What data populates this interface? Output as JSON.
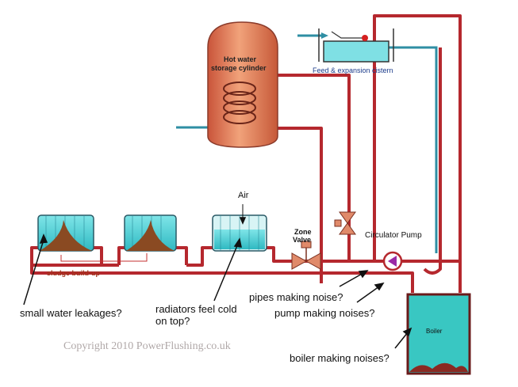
{
  "labels": {
    "cylinder_line1": "Hot water",
    "cylinder_line2": "storage cylinder",
    "cistern": "Feed & expansion cistern",
    "air": "Air",
    "zone_valve_line1": "Zone",
    "zone_valve_line2": "Valve",
    "circulator_pump": "Circulator Pump",
    "sludge": "sludge build-up",
    "boiler": "Boiler"
  },
  "questions": {
    "leakages": "small water leakages?",
    "cold_top_line1": "radiators feel cold",
    "cold_top_line2": "on top?",
    "pipes_noise": "pipes making noise?",
    "pump_noise": "pump making noises?",
    "boiler_noise": "boiler making noises?"
  },
  "copyright": "Copyright 2010 PowerFlushing.co.uk",
  "colors": {
    "pipe": "#b5282e",
    "cold_pipe": "#2e8ea3",
    "water": "#4fd1d6",
    "cylinder": "#e07a4f",
    "sludge": "#8a4a22",
    "boiler": "#39c7c2"
  }
}
